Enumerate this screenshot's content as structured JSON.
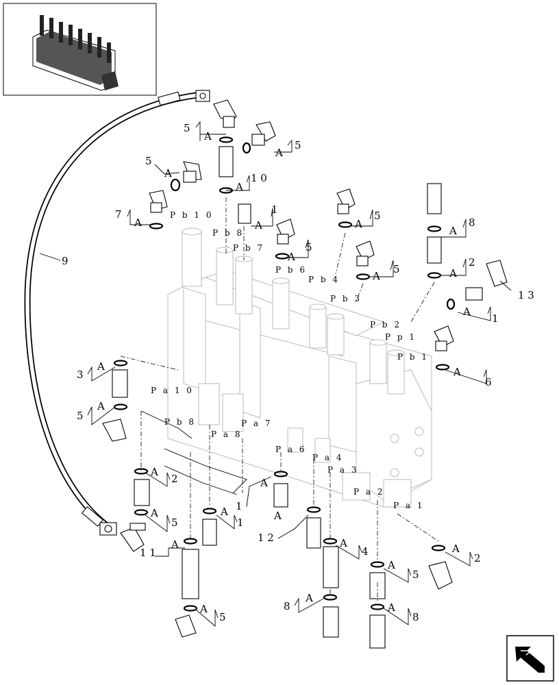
{
  "callouts": [
    {
      "id": "c1",
      "num": "5"
    },
    {
      "id": "c2",
      "num": "5"
    },
    {
      "id": "c3",
      "num": "5"
    },
    {
      "id": "c4",
      "num": "1 0"
    },
    {
      "id": "c5",
      "num": "7"
    },
    {
      "id": "c6",
      "num": "1"
    },
    {
      "id": "c7",
      "num": "5"
    },
    {
      "id": "c8",
      "num": "5"
    },
    {
      "id": "c9",
      "num": "5"
    },
    {
      "id": "c10",
      "num": "8"
    },
    {
      "id": "c11",
      "num": "2"
    },
    {
      "id": "c12",
      "num": "1 3"
    },
    {
      "id": "c13",
      "num": "1"
    },
    {
      "id": "c14",
      "num": "6"
    },
    {
      "id": "c15",
      "num": "3"
    },
    {
      "id": "c16",
      "num": "5"
    },
    {
      "id": "c17",
      "num": "2"
    },
    {
      "id": "c18",
      "num": "5"
    },
    {
      "id": "c19",
      "num": "1"
    },
    {
      "id": "c20",
      "num": "1"
    },
    {
      "id": "c21",
      "num": "1 1"
    },
    {
      "id": "c22",
      "num": "1 2"
    },
    {
      "id": "c23",
      "num": "4"
    },
    {
      "id": "c24",
      "num": "5"
    },
    {
      "id": "c25",
      "num": "2"
    },
    {
      "id": "c26",
      "num": "8"
    },
    {
      "id": "c27",
      "num": "8"
    },
    {
      "id": "c28",
      "num": "5"
    },
    {
      "id": "c29",
      "num": "9"
    }
  ],
  "ring_label": "A",
  "ports": [
    "P b 1 0",
    "P b 8",
    "P b 7",
    "P b 6",
    "P b 4",
    "P b 3",
    "P b 2",
    "P p 1",
    "P b 1",
    "P a 1 0",
    "P b 8",
    "P a 8",
    "P a 7",
    "P a 6",
    "P a 4",
    "P a 3",
    "P a 2",
    "P a 1"
  ],
  "icons": {
    "thumbnail": "valve-assembly-thumbnail-icon",
    "nav": "next-page-arrow-icon"
  }
}
